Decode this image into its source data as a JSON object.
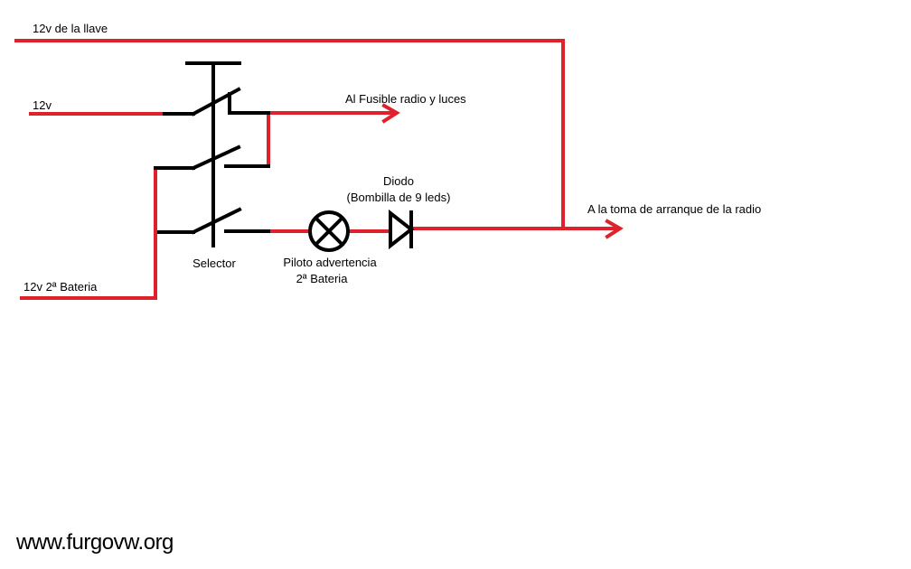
{
  "labels": {
    "key_12v": "12v de la llave",
    "in_12v": "12v",
    "fuse_out": "Al Fusible radio y luces",
    "diode_title": "Diodo",
    "diode_sub": "(Bombilla de 9 leds)",
    "radio_start": "A la toma de arranque de la radio",
    "selector": "Selector",
    "pilot_line1": "Piloto advertencia",
    "pilot_line2": "2ª Bateria",
    "battery2": "12v 2ª Bateria"
  },
  "watermark": "www.furgovw.org",
  "colors": {
    "wire": "#e0202a",
    "switch": "#000000",
    "background": "#ffffff"
  }
}
